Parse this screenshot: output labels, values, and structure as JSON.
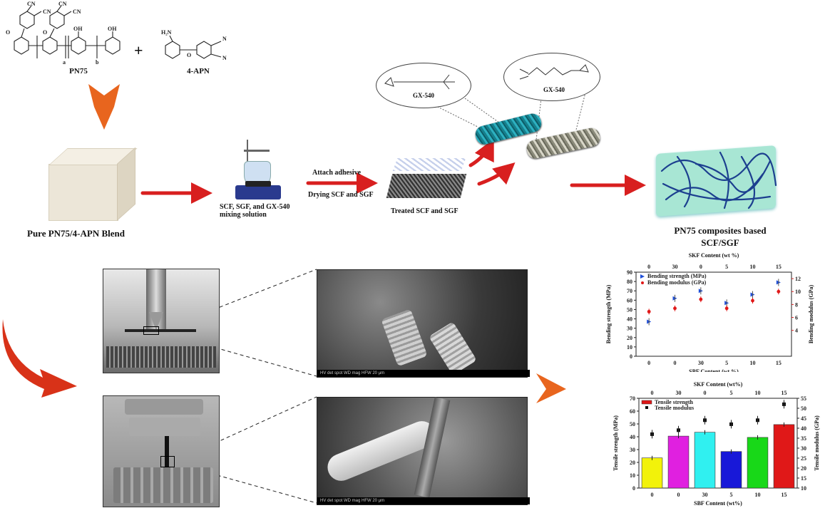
{
  "labels": {
    "pn75": "PN75",
    "apn": "4-APN",
    "pure_blend": "Pure PN75/4-APN Blend",
    "mixing": "SCF, SGF, and GX-540 mixing solution",
    "attach": "Attach adhesive",
    "drying": "Drying SCF and SGF",
    "treated": "Treated SCF and SGF",
    "gx1": "GX-540",
    "gx2": "GX-540",
    "composites": "PN75 composites based SCF/SGF",
    "plus": "+"
  },
  "chem": {
    "cn": "CN",
    "oh": "OH",
    "n": "N",
    "h2n": "H₂N",
    "o": "O",
    "a": "a",
    "b": "b"
  },
  "sem_bar": "HV   det  spot  WD     mag   HFW        20 μm",
  "colors": {
    "arrow_red": "#d81f1f",
    "arrow_orange": "#e8651e",
    "fiber_teal": "#1f8a9a",
    "composite_bg": "#a8e6d4",
    "network": "#1c3f8f"
  },
  "chart_data": [
    {
      "type": "scatter",
      "title": "SKF Content (wt %)",
      "xlabel": "SBF Content (wt %)",
      "ylabel": "Bending strength (MPa)",
      "y2label": "Bending modulus (GPa)",
      "categories": [
        "0",
        "0",
        "30",
        "5",
        "10",
        "15"
      ],
      "top_categories": [
        "0",
        "30",
        "0",
        "5",
        "10",
        "15"
      ],
      "ylim": [
        0,
        90
      ],
      "y2lim": [
        0,
        13
      ],
      "yticks": [
        "0",
        "10",
        "20",
        "30",
        "40",
        "50",
        "60",
        "70",
        "80",
        "90"
      ],
      "y2ticks": [
        "4",
        "6",
        "8",
        "10",
        "12"
      ],
      "legend": "top-left",
      "series": [
        {
          "name": "Bending strength (MPa)",
          "values": [
            37,
            62,
            70,
            57,
            66,
            79
          ],
          "axis": "left"
        },
        {
          "name": "Bending modulus (GPa)",
          "values": [
            6.9,
            7.4,
            8.8,
            7.4,
            8.6,
            10.0
          ],
          "axis": "right"
        }
      ]
    },
    {
      "type": "bar",
      "title": "SKF Content (wt%)",
      "xlabel": "SBF Content (wt%)",
      "ylabel": "Tensile strength (MPa)",
      "y2label": "Tensile modulus (GPa)",
      "categories": [
        "0",
        "0",
        "30",
        "5",
        "10",
        "15"
      ],
      "top_categories": [
        "0",
        "30",
        "0",
        "5",
        "10",
        "15"
      ],
      "ylim": [
        0,
        70
      ],
      "y2lim": [
        10,
        55
      ],
      "yticks": [
        "0",
        "10",
        "20",
        "30",
        "40",
        "50",
        "60",
        "70"
      ],
      "y2ticks": [
        "10",
        "15",
        "20",
        "25",
        "30",
        "35",
        "40",
        "45",
        "50",
        "55"
      ],
      "legend": "top-left",
      "bar_colors": [
        "#f2f20a",
        "#e020e0",
        "#30f0f0",
        "#1818d8",
        "#18d818",
        "#e01818"
      ],
      "series": [
        {
          "name": "Tensile strength",
          "values": [
            23.5,
            40.5,
            43.5,
            28.5,
            39.5,
            49.5
          ],
          "axis": "left"
        },
        {
          "name": "Tensile modulus",
          "values": [
            37,
            39,
            44,
            42,
            44,
            52
          ],
          "axis": "right"
        }
      ]
    }
  ]
}
